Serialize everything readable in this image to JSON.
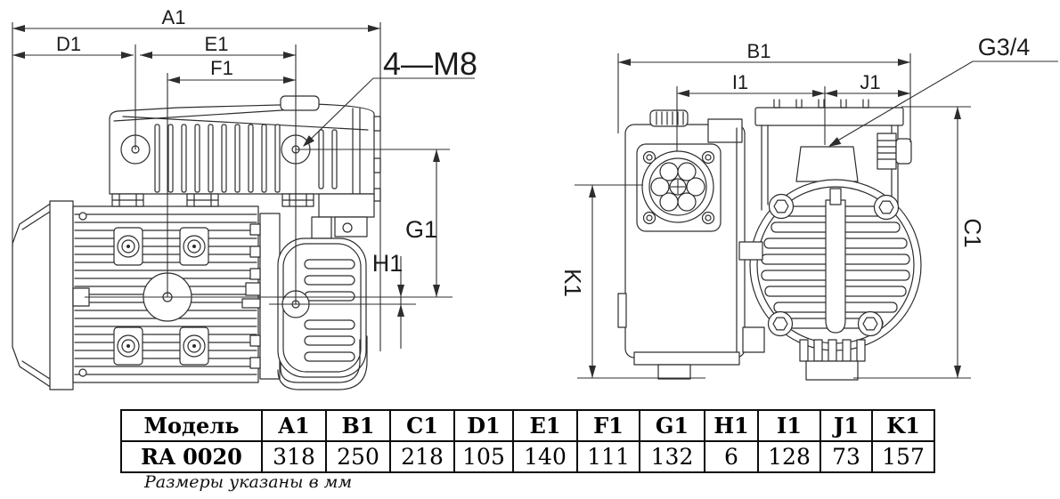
{
  "drawing": {
    "left_view": {
      "dim_a1": "A1",
      "dim_d1": "D1",
      "dim_e1": "E1",
      "dim_f1": "F1",
      "callout_m8": "4—M8",
      "dim_g1": "G1",
      "dim_h1": "H1"
    },
    "right_view": {
      "dim_b1": "B1",
      "dim_i1": "I1",
      "dim_j1": "J1",
      "callout_thread": "G3/4",
      "dim_c1": "C1",
      "dim_k1": "K1"
    }
  },
  "table": {
    "headers": [
      "Модель",
      "A1",
      "B1",
      "C1",
      "D1",
      "E1",
      "F1",
      "G1",
      "H1",
      "I1",
      "J1",
      "K1"
    ],
    "rows": [
      {
        "model": "RA 0020",
        "values": [
          318,
          250,
          218,
          105,
          140,
          111,
          132,
          6,
          128,
          73,
          157
        ]
      }
    ]
  },
  "note": "Размеры указаны в мм",
  "colors": {
    "line": "#2d2d2d",
    "background": "#ffffff"
  }
}
